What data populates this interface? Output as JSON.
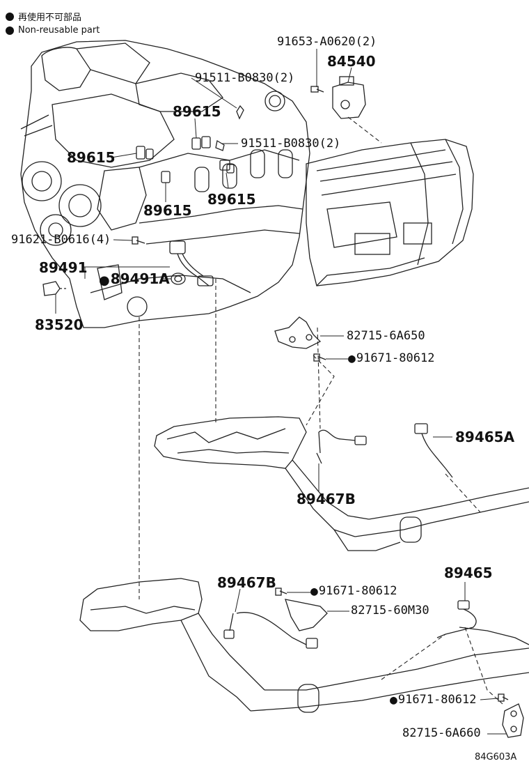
{
  "legend": [
    {
      "text": "再使用不可部品"
    },
    {
      "text": "Non-reusable part"
    }
  ],
  "labels": {
    "p91653": "91653-A0620(2)",
    "p84540": "84540",
    "p91511a": "91511-B0830(2)",
    "p89615a": "89615",
    "p91511b": "91511-B0830(2)",
    "p89615b": "89615",
    "p89615c": "89615",
    "p89615d": "89615",
    "p91621": "91621-B0616(4)",
    "p89491": "89491",
    "p89491A": "89491A",
    "p83520": "83520",
    "p82715_6A650": "82715-6A650",
    "p91671a": "91671-80612",
    "p89465A": "89465A",
    "p89467B_a": "89467B",
    "p89467B_b": "89467B",
    "p91671b": "91671-80612",
    "p82715_60M30": "82715-60M30",
    "p89465": "89465",
    "p91671c": "91671-80612",
    "p82715_6A660": "82715-6A660"
  },
  "diagram_code": "84G603A"
}
